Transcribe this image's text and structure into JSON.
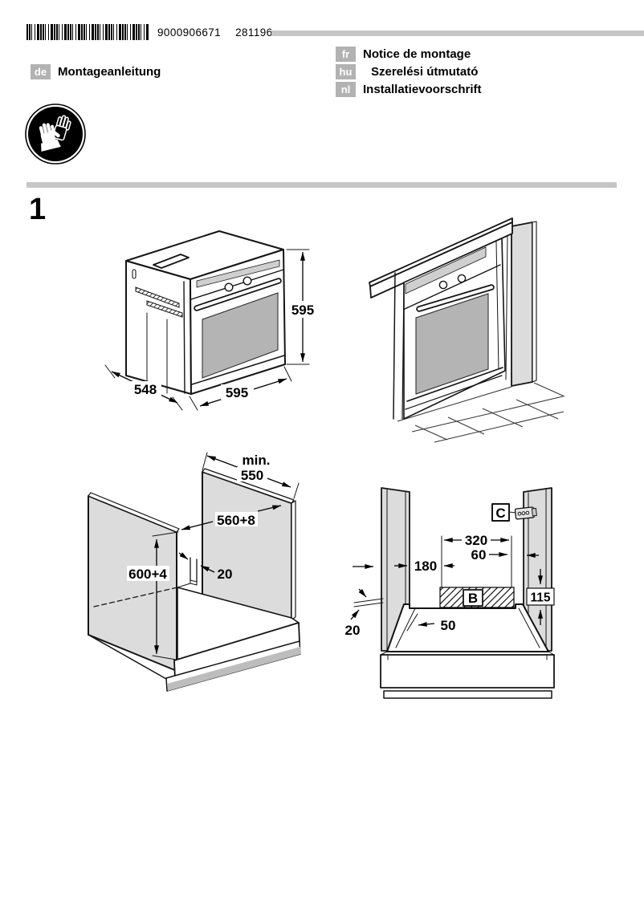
{
  "header": {
    "barcode_value": "9000906671",
    "doc_number": "281196",
    "languages": [
      {
        "code": "de",
        "label": "Montageanleitung"
      },
      {
        "code": "fr",
        "label": "Notice de montage"
      },
      {
        "code": "hu",
        "label": "Szerelési útmutató"
      },
      {
        "code": "nl",
        "label": "Installatievoorschrift"
      }
    ]
  },
  "section": {
    "number": "1"
  },
  "figures": {
    "oven_dimensions": {
      "height_mm": "595",
      "depth_mm": "548",
      "width_mm": "595"
    },
    "niche": {
      "min_label": "min.",
      "min_depth_mm": "550",
      "width_mm": "560+8",
      "height_mm": "600+4",
      "rear_offset_mm": "20"
    },
    "rear": {
      "zone_b": "B",
      "connection_c": "C",
      "width_b_mm": "320",
      "gap_right_mm": "60",
      "offset_left_mm": "180",
      "height_b_mm": "115",
      "floor_depth_mm": "50",
      "wall_gap_mm": "20"
    }
  },
  "colors": {
    "accent_gray": "#c6c6c6",
    "badge_gray": "#b2b2b2",
    "panel_gray": "#dcdcdc",
    "window_gray": "#b4b4b4"
  }
}
